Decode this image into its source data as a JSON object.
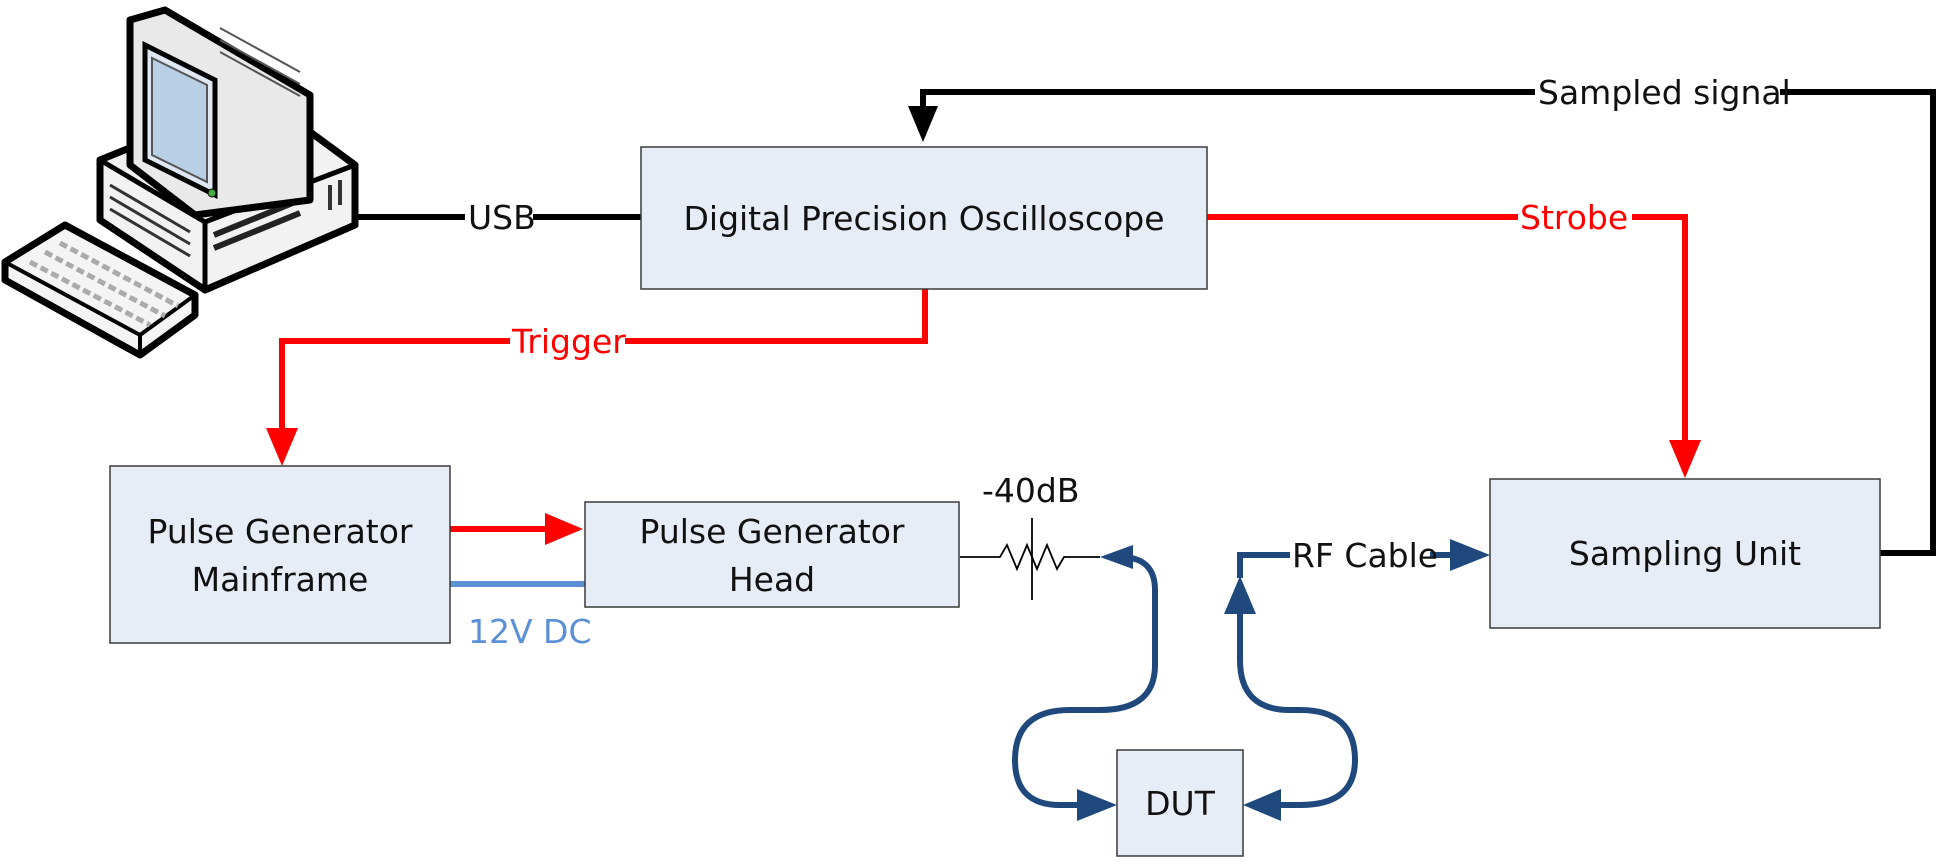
{
  "boxes": {
    "oscilloscope": "Digital Precision Oscilloscope",
    "pulse_mainframe": [
      "Pulse Generator",
      "Mainframe"
    ],
    "pulse_head": [
      "Pulse Generator",
      "Head"
    ],
    "sampling_unit": "Sampling Unit",
    "dut": "DUT"
  },
  "connections": {
    "usb": "USB",
    "sampled_signal": "Sampled signal",
    "strobe": "Strobe",
    "trigger": "Trigger",
    "dc": "12V DC",
    "attenuator": "-40dB",
    "rf_cable": "RF Cable"
  },
  "colors": {
    "data_link": "#000000",
    "timing_link": "#ff0000",
    "rf_link": "#1f497d",
    "power_link": "#5b8fd6",
    "box_fill": "#e6edf7"
  },
  "icons": [
    "desktop-computer-icon",
    "resistor-icon"
  ]
}
